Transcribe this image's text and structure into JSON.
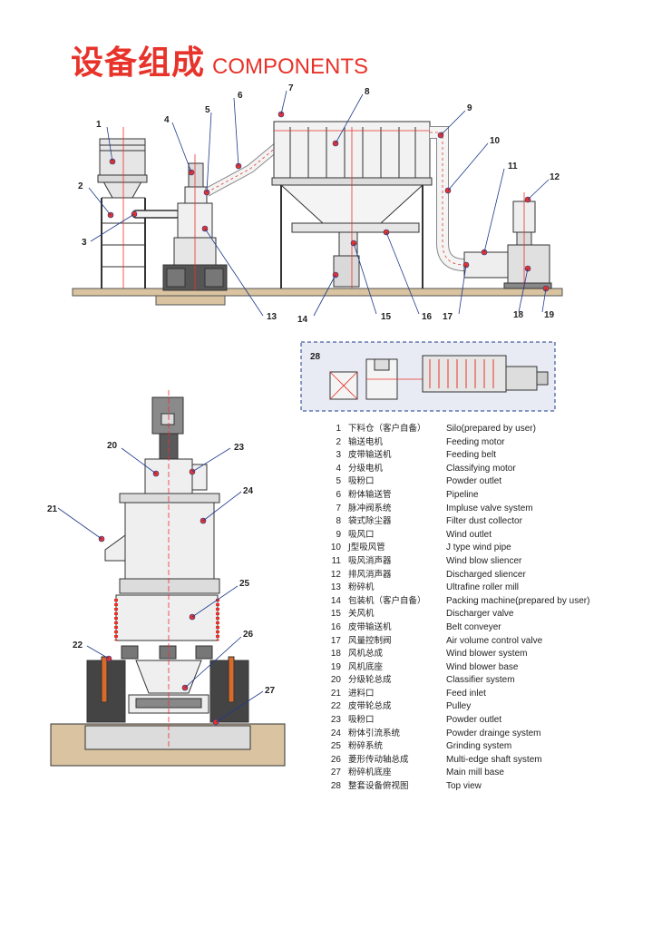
{
  "title": {
    "cn": "设备组成",
    "en": "COMPONENTS"
  },
  "top_view_label": "28",
  "callouts_top": [
    "1",
    "2",
    "3",
    "4",
    "5",
    "6",
    "7",
    "8",
    "9",
    "10",
    "11",
    "12",
    "13",
    "14",
    "15",
    "16",
    "17",
    "18",
    "19"
  ],
  "callouts_side": [
    "20",
    "21",
    "22",
    "23",
    "24",
    "25",
    "26",
    "27"
  ],
  "components": [
    {
      "num": "1",
      "cn": "下料仓（客户自备）",
      "en": "Silo(prepared by user)"
    },
    {
      "num": "2",
      "cn": "输送电机",
      "en": "Feeding motor"
    },
    {
      "num": "3",
      "cn": "皮带输送机",
      "en": "Feeding belt"
    },
    {
      "num": "4",
      "cn": "分级电机",
      "en": "Classifying motor"
    },
    {
      "num": "5",
      "cn": "吸粉口",
      "en": "Powder outlet"
    },
    {
      "num": "6",
      "cn": "粉体输送管",
      "en": "Pipeline"
    },
    {
      "num": "7",
      "cn": "脉冲阀系统",
      "en": "Impluse valve system"
    },
    {
      "num": "8",
      "cn": "袋式除尘器",
      "en": "Filter dust collector"
    },
    {
      "num": "9",
      "cn": "吸风口",
      "en": "Wind outlet"
    },
    {
      "num": "10",
      "cn": "J型吸风管",
      "en": "J type wind pipe"
    },
    {
      "num": "11",
      "cn": "吸风消声器",
      "en": "Wind blow sliencer"
    },
    {
      "num": "12",
      "cn": "排风消声器",
      "en": "Discharged sliencer"
    },
    {
      "num": "13",
      "cn": "粉碎机",
      "en": "Ultrafine roller mill"
    },
    {
      "num": "14",
      "cn": "包装机（客户自备）",
      "en": "Packing machine(prepared by user)"
    },
    {
      "num": "15",
      "cn": "关风机",
      "en": "Discharger valve"
    },
    {
      "num": "16",
      "cn": "皮带输送机",
      "en": "Belt conveyer"
    },
    {
      "num": "17",
      "cn": "风量控制阀",
      "en": "Air volume control valve"
    },
    {
      "num": "18",
      "cn": "风机总成",
      "en": "Wind blower system"
    },
    {
      "num": "19",
      "cn": "风机底座",
      "en": "Wind blower base"
    },
    {
      "num": "20",
      "cn": "分级轮总成",
      "en": "Classifier system"
    },
    {
      "num": "21",
      "cn": "进料口",
      "en": "Feed inlet"
    },
    {
      "num": "22",
      "cn": "皮带轮总成",
      "en": "Pulley"
    },
    {
      "num": "23",
      "cn": "吸粉口",
      "en": "Powder outlet"
    },
    {
      "num": "24",
      "cn": "粉体引流系统",
      "en": "Powder drainge system"
    },
    {
      "num": "25",
      "cn": "粉碎系统",
      "en": "Grinding system"
    },
    {
      "num": "26",
      "cn": "菱形传动轴总成",
      "en": "Multi-edge shaft system"
    },
    {
      "num": "27",
      "cn": "粉碎机底座",
      "en": "Main mill base"
    },
    {
      "num": "28",
      "cn": "整套设备俯视图",
      "en": "Top view"
    }
  ],
  "colors": {
    "accent": "#e8332a",
    "line": "#1e3a8a",
    "metal": "#d9d9d9",
    "dark": "#3a3a3a",
    "pipe": "#e03a30"
  }
}
